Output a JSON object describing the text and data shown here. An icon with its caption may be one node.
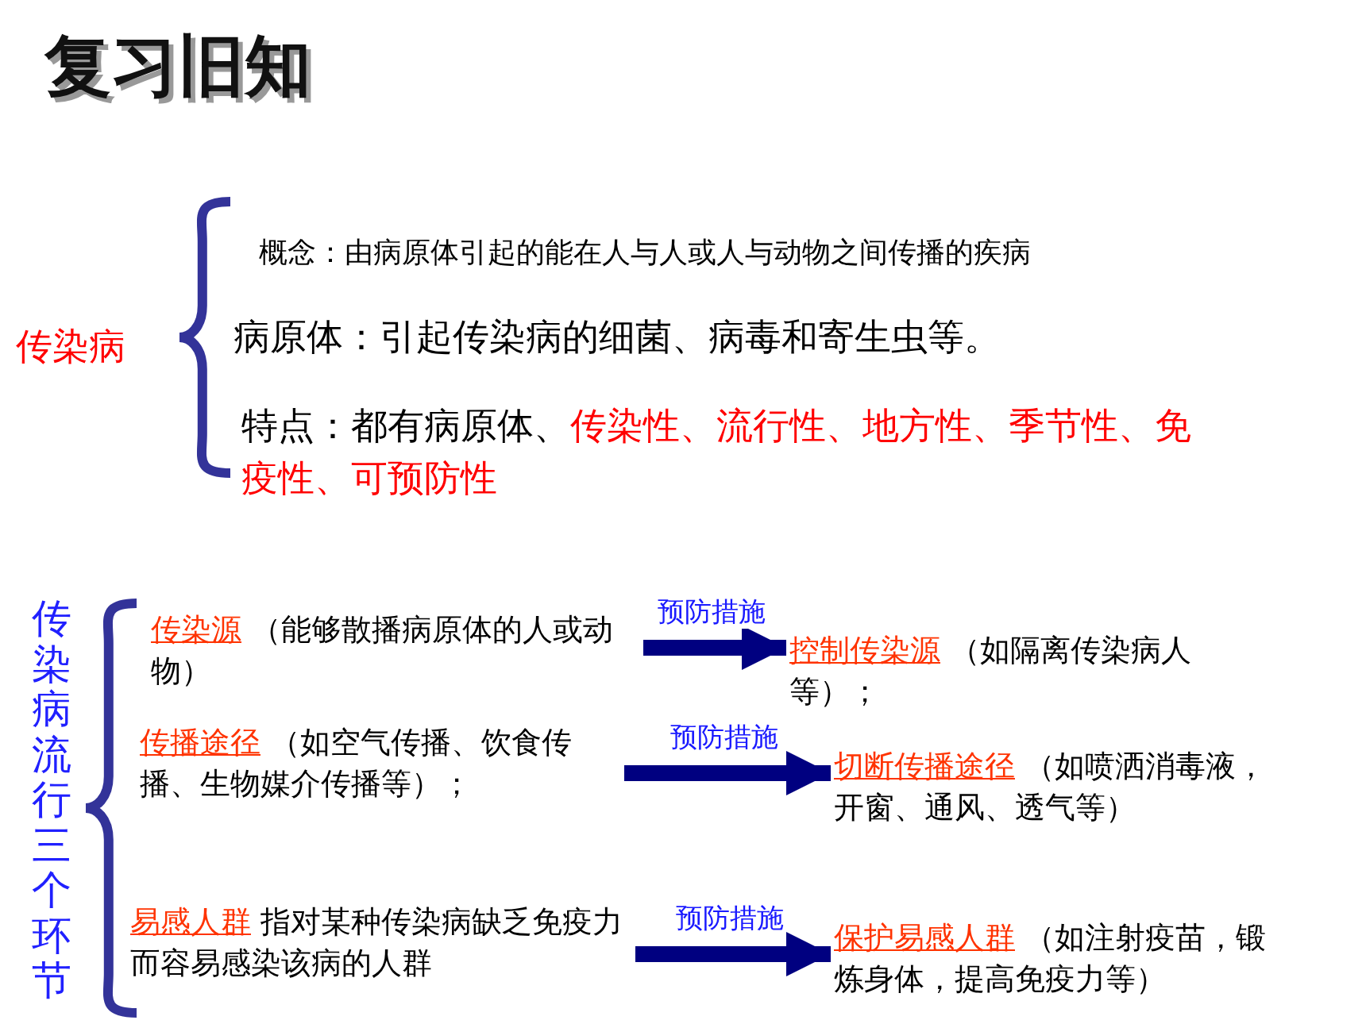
{
  "diagram": {
    "title": "复习旧知",
    "nodes": [
      {
        "text": [
          "传染源",
          "（能够散播病原体的人或动物）"
        ]
      },
      {
        "text": [
          "传播途径",
          "（如空气传播、饮食传播、生物媒介传播等）；"
        ]
      },
      {
        "text": [
          "易感人群",
          "指对某种传染病缺乏免疫力而容易感染该病的人群"
        ]
      },
      {
        "text": [
          "控制传染源",
          "（如隔离传染病人等）；"
        ]
      },
      {
        "text": [
          "切断传播途径",
          "（如喷洒消毒液，开窗、通风、透气等）"
        ]
      },
      {
        "text": [
          "保护易感人群",
          "（如注射疫苗，锻炼身体，提高免疫力等）"
        ]
      }
    ],
    "edges": [
      {
        "from": 0,
        "to": 3,
        "arrow": "to",
        "label": "预防措施"
      },
      {
        "from": 1,
        "to": 4,
        "arrow": "to",
        "label": "预防措施"
      },
      {
        "from": 2,
        "to": 5,
        "arrow": "to",
        "label": "预防措施"
      }
    ],
    "labels": [
      "传染病",
      "概念：由病原体引起的能在人与人或人与动物之间传播的疾病",
      "病原体：引起传染病的细菌、病毒和寄生虫等。",
      "特点：都有病原体、",
      "传染性、流行性、地方性、季节性、免疫性、可预防性",
      "传染病流行三个环节"
    ]
  }
}
